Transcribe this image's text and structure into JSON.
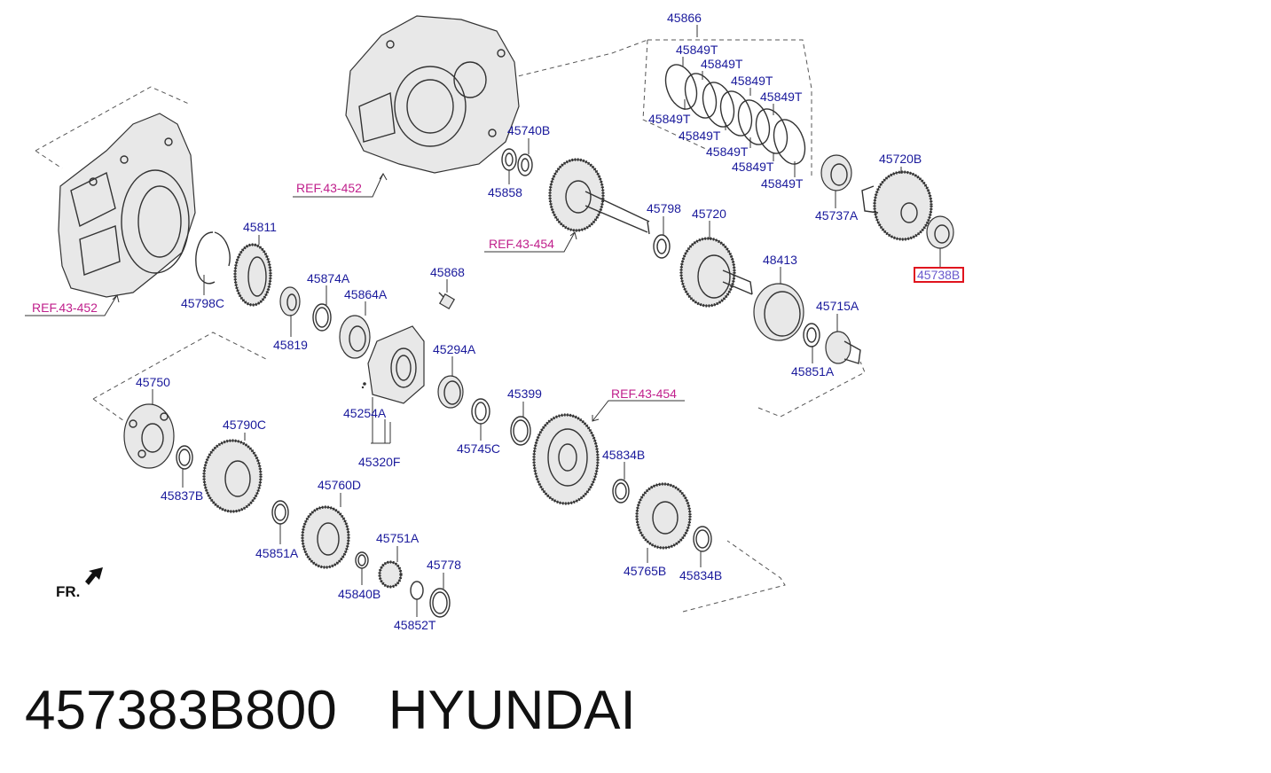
{
  "callouts": {
    "c45866": "45866",
    "c45849T_1": "45849T",
    "c45849T_2": "45849T",
    "c45849T_3": "45849T",
    "c45849T_4": "45849T",
    "c45849T_5": "45849T",
    "c45849T_6": "45849T",
    "c45849T_7": "45849T",
    "c45849T_8": "45849T",
    "c45740B": "45740B",
    "c45858": "45858",
    "c45720B": "45720B",
    "c45737A": "45737A",
    "c45738B": "45738B",
    "c45798": "45798",
    "c45720": "45720",
    "c48413": "48413",
    "c45715A": "45715A",
    "c45851A_1": "45851A",
    "c45811": "45811",
    "c45798C": "45798C",
    "c45874A": "45874A",
    "c45864A": "45864A",
    "c45819": "45819",
    "c45868": "45868",
    "c45294A": "45294A",
    "c45254A": "45254A",
    "c45320F": "45320F",
    "c45399": "45399",
    "c45745C": "45745C",
    "c45750": "45750",
    "c45790C": "45790C",
    "c45837B": "45837B",
    "c45760D": "45760D",
    "c45851A_2": "45851A",
    "c45751A": "45751A",
    "c45840B": "45840B",
    "c45778": "45778",
    "c45852T": "45852T",
    "c45834B_1": "45834B",
    "c45834B_2": "45834B",
    "c45765B": "45765B"
  },
  "refs": {
    "ref1": "REF.43-452",
    "ref2": "REF.43-452",
    "ref3": "REF.43-454",
    "ref4": "REF.43-454"
  },
  "direction": {
    "label": "FR."
  },
  "highlight": {
    "part": "45738B",
    "color": "#e0141e"
  },
  "footer": {
    "part_number": "457383B800",
    "brand": "HYUNDAI"
  },
  "colors": {
    "callout": "#1a1a9c",
    "reference": "#c0208c"
  }
}
